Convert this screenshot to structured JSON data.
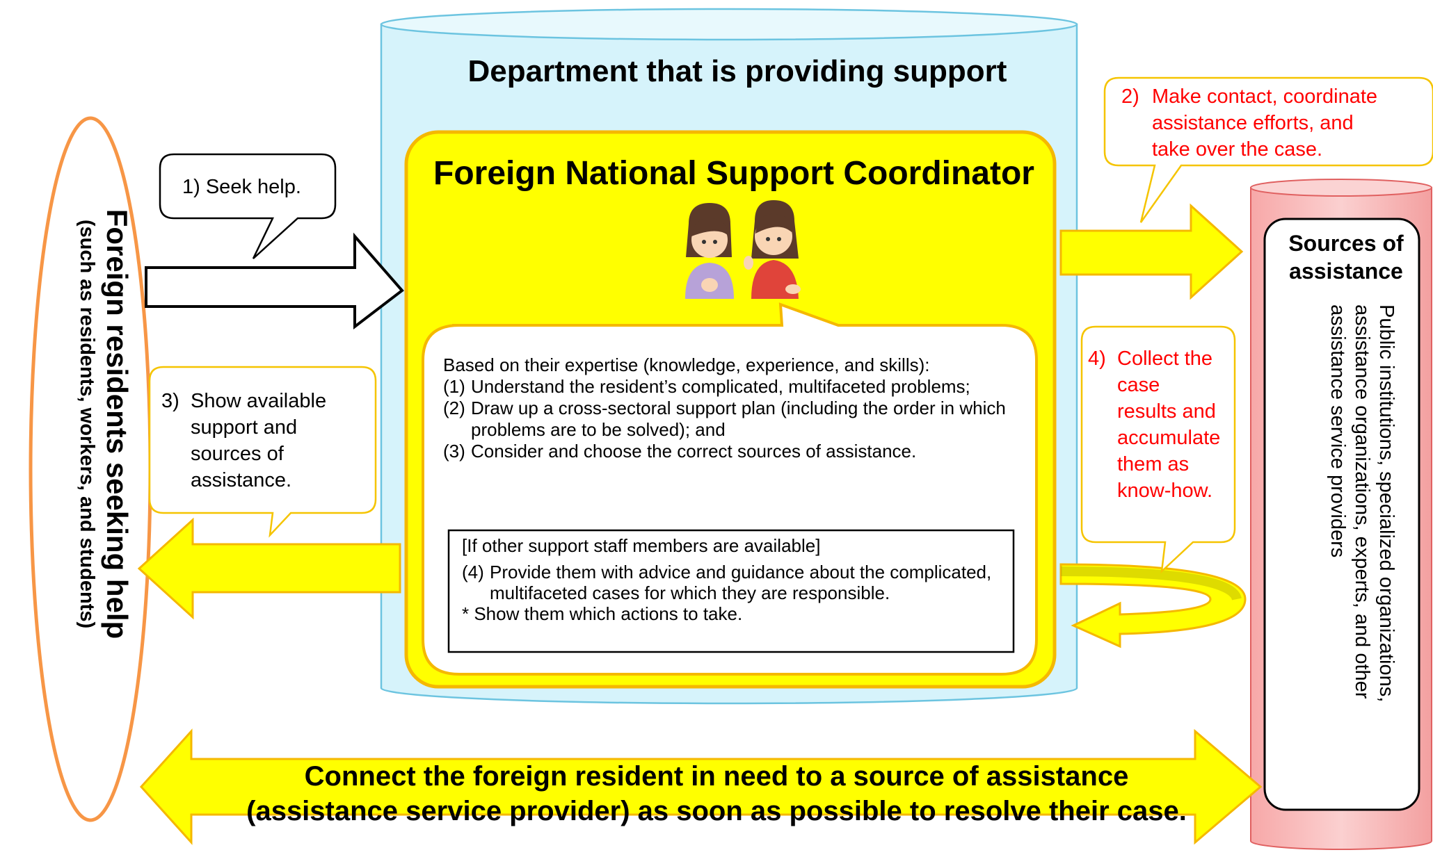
{
  "department": {
    "title": "Department that is providing support"
  },
  "coordinator": {
    "title": "Foreign National Support Coordinator",
    "illustration_icon": "two-coordinators-illustration",
    "expertise_intro": "Based on their expertise (knowledge, experience, and skills):",
    "expertise_items": [
      {
        "num": "(1)",
        "text": "Understand the resident’s complicated, multifaceted problems;"
      },
      {
        "num": "(2)",
        "text": "Draw up a cross-sectoral support plan (including the order in which problems are to be solved); and"
      },
      {
        "num": "(3)",
        "text": "Consider and choose the correct sources of assistance."
      }
    ],
    "staff_box": {
      "header": "[If other support staff members are available]",
      "item_num": "(4)",
      "item_text": "Provide them with advice and guidance about the complicated, multifaceted cases for which they are responsible.",
      "note": "* Show them which actions to take."
    }
  },
  "residents": {
    "title": "Foreign residents seeking help",
    "subtitle": "(such as residents, workers, and students)"
  },
  "sources": {
    "title_line1": "Sources of",
    "title_line2": "assistance",
    "body_lines": [
      "Public institutions, specialized organizations,",
      "assistance organizations, experts, and other",
      "assistance service providers"
    ]
  },
  "callouts": {
    "step1": "1) Seek help.",
    "step2": {
      "num": "2)",
      "lines": [
        "Make contact, coordinate",
        "assistance efforts, and",
        "take over the case."
      ]
    },
    "step3": {
      "num": "3)",
      "lines": [
        "Show available",
        "support and",
        "sources of",
        "assistance."
      ]
    },
    "step4": {
      "num": "4)",
      "lines": [
        "Collect the",
        "case",
        "results and",
        "accumulate",
        "them as",
        "know-how."
      ]
    }
  },
  "bottom": {
    "line1": "Connect the foreign resident in need to a source of assistance",
    "line2": "(assistance service provider) as soon as possible to resolve their case."
  },
  "colors": {
    "cylinder_fill": "#d6f3fb",
    "cylinder_stroke": "#6cc4e0",
    "yellow": "#ffff00",
    "yellow_stroke": "#f5b800",
    "callout_stroke": "#f5c400",
    "red_text": "#ff0000",
    "ellipse_stroke": "#f79646",
    "pink_cylinder": "#f8b9b9",
    "pink_stroke": "#e06060"
  }
}
